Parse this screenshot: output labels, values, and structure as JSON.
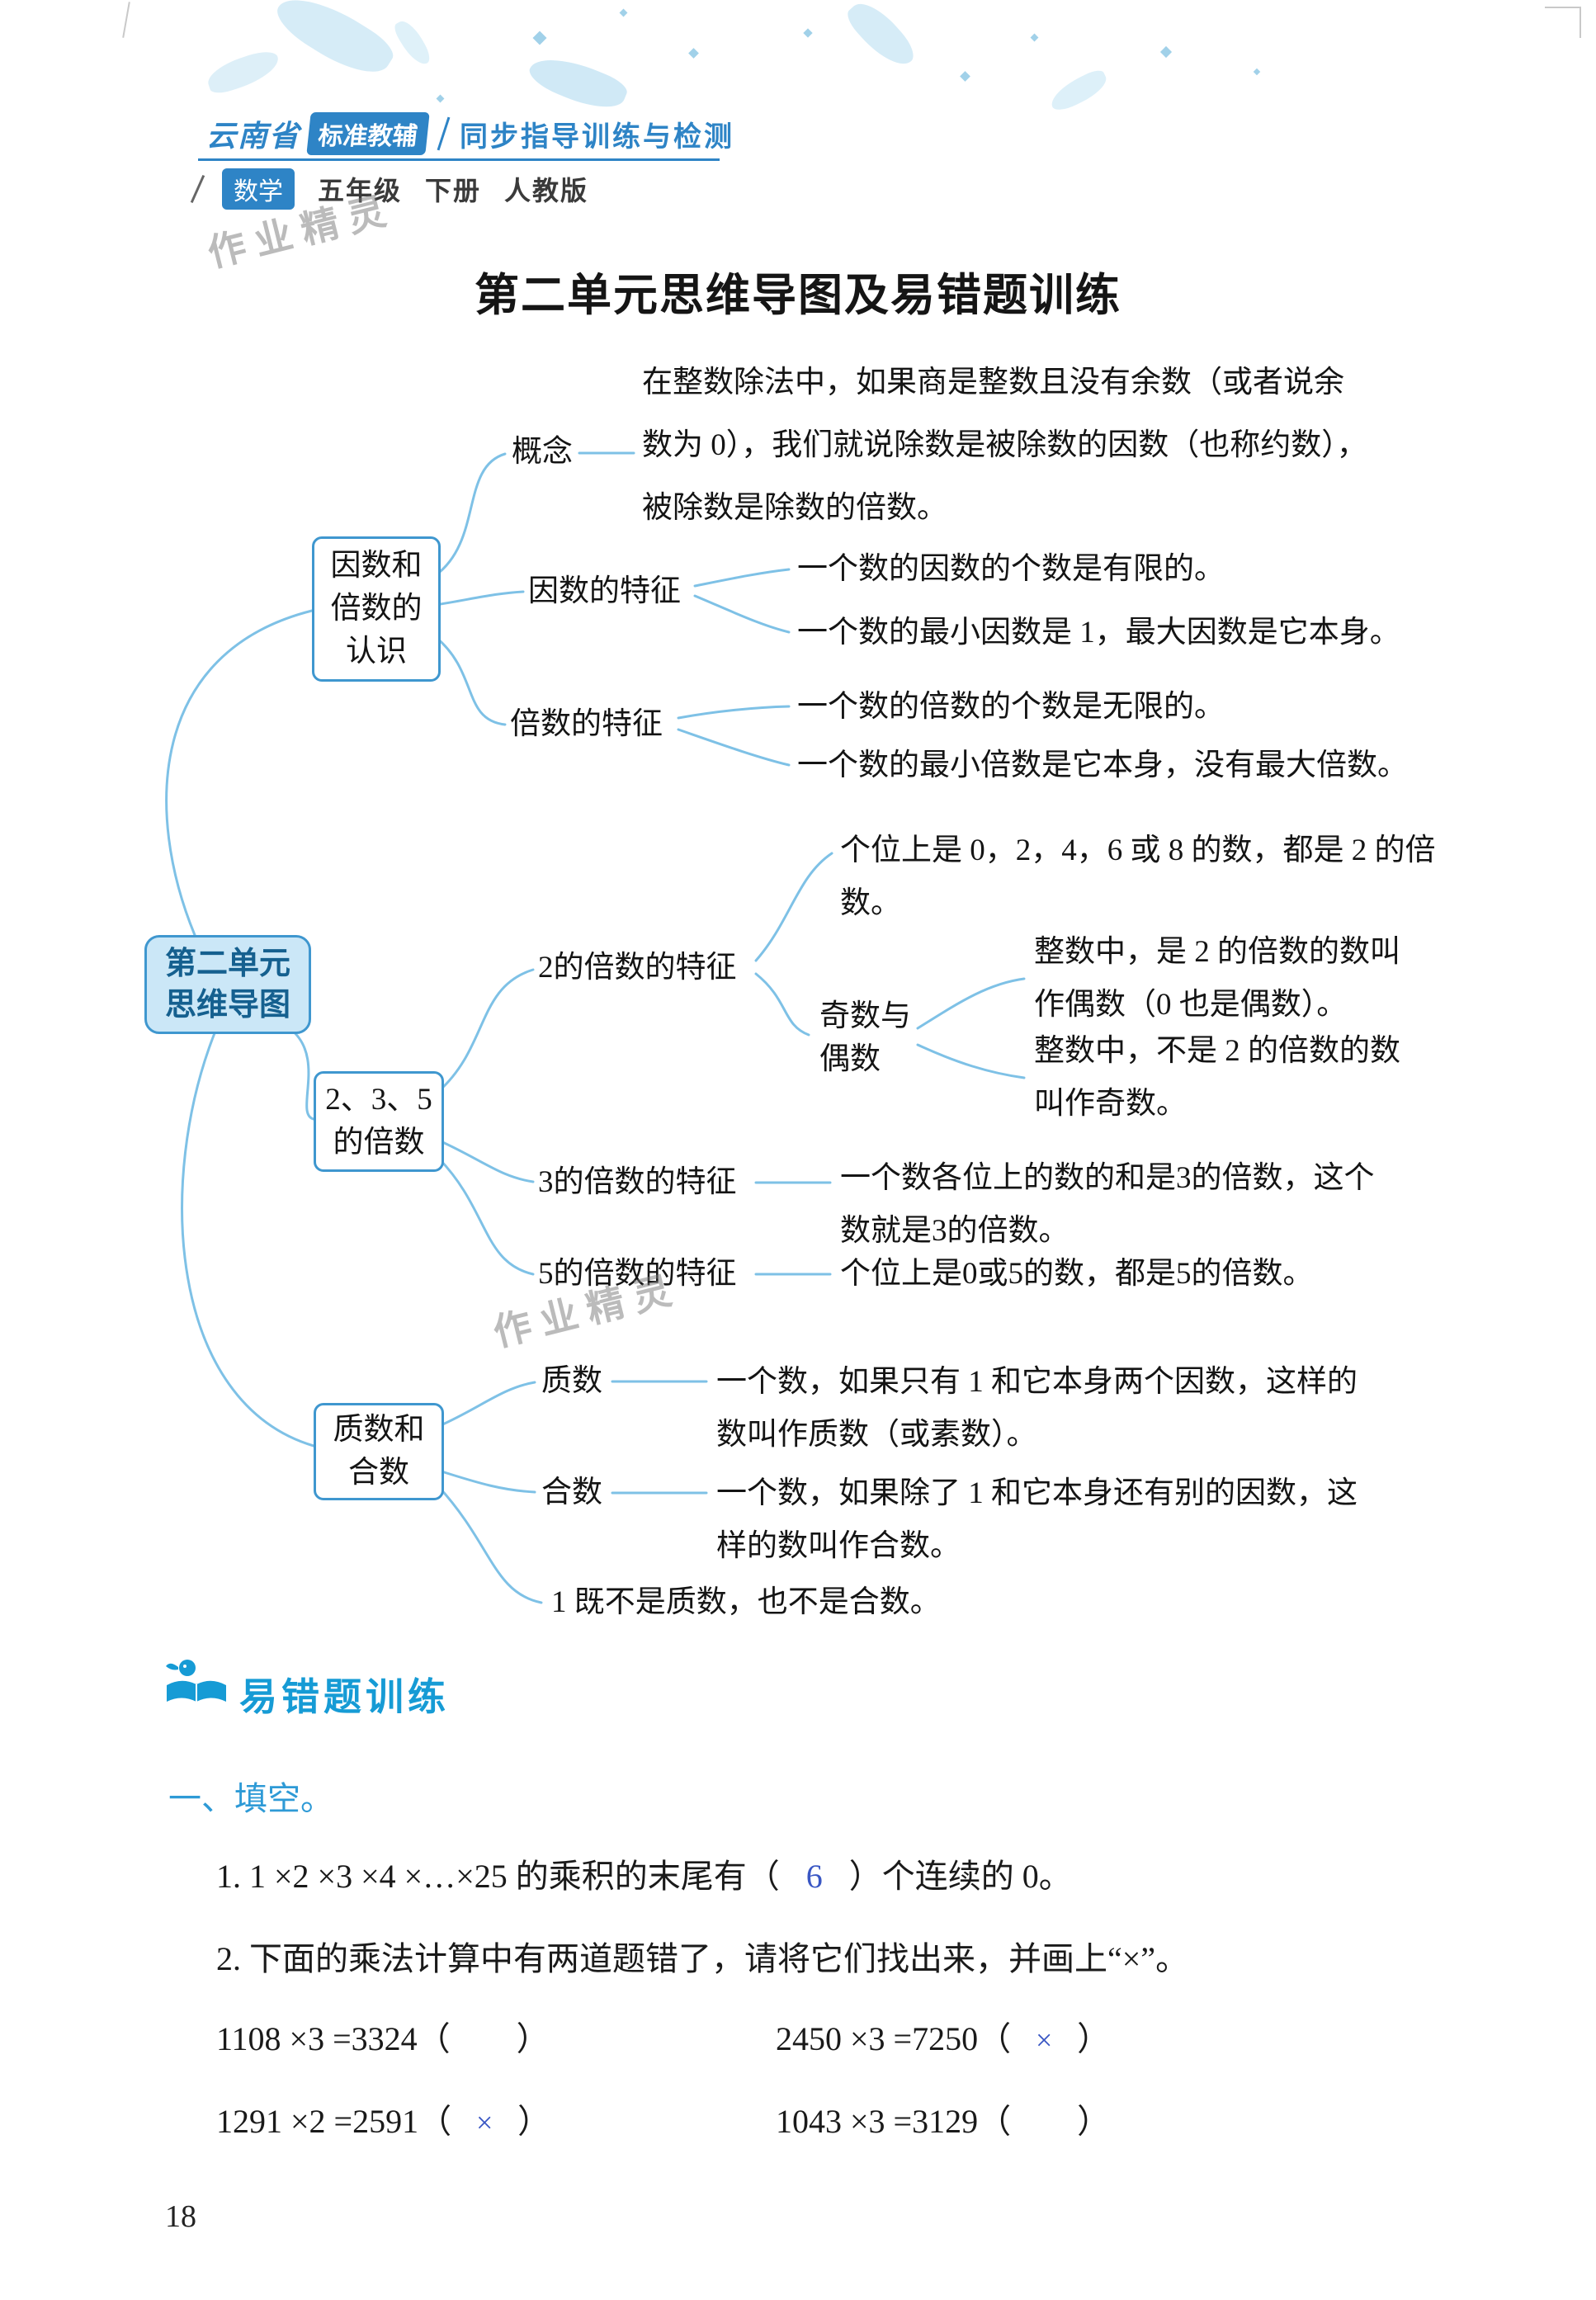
{
  "header": {
    "brand_prefix": "云南省",
    "brand_name": "标准教辅",
    "series_title": "同步指导训练与检测",
    "subject_tag": "数学",
    "grade": "五年级",
    "volume": "下册",
    "edition": "人教版"
  },
  "watermark": "作业精灵",
  "page_title": "第二单元思维导图及易错题训练",
  "mindmap": {
    "root_line1": "第二单元",
    "root_line2": "思维导图",
    "factors": {
      "box_line1": "因数和",
      "box_line2": "倍数的",
      "box_line3": "认识",
      "concept_label": "概念",
      "concept_text": "在整数除法中，如果商是整数且没有余数（或者说余数为 0），我们就说除数是被除数的因数（也称约数），被除数是除数的倍数。",
      "factor_label": "因数的特征",
      "factor_item1": "一个数的因数的个数是有限的。",
      "factor_item2": "一个数的最小因数是 1，最大因数是它本身。",
      "multiple_label": "倍数的特征",
      "multiple_item1": "一个数的倍数的个数是无限的。",
      "multiple_item2": "一个数的最小倍数是它本身，没有最大倍数。"
    },
    "multiples235": {
      "box_line1": "2、3、5",
      "box_line2": "的倍数",
      "two_label": "2的倍数的特征",
      "two_text": "个位上是 0，2，4，6 或 8 的数，都是 2 的倍数。",
      "oddeven_line1": "奇数与",
      "oddeven_line2": "偶数",
      "even_text": "整数中，是 2 的倍数的数叫作偶数（0 也是偶数）。",
      "odd_text": "整数中，不是 2 的倍数的数叫作奇数。",
      "three_label": "3的倍数的特征",
      "three_text": "一个数各位上的数的和是3的倍数，这个数就是3的倍数。",
      "five_label": "5的倍数的特征",
      "five_text": "个位上是0或5的数，都是5的倍数。"
    },
    "prime_composite": {
      "box_line1": "质数和",
      "box_line2": "合数",
      "prime_label": "质数",
      "prime_text": "一个数，如果只有 1 和它本身两个因数，这样的数叫作质数（或素数）。",
      "composite_label": "合数",
      "composite_text": "一个数，如果除了 1 和它本身还有别的因数，这样的数叫作合数。",
      "note": "1 既不是质数，也不是合数。"
    }
  },
  "exercise": {
    "section_title": "易错题训练",
    "part_label": "一、填空。",
    "q1_prefix": "1. 1 ×2 ×3 ×4 ×…×25 的乘积的末尾有（",
    "q1_answer": "6",
    "q1_suffix": "）个连续的 0。",
    "q2": "2. 下面的乘法计算中有两道题错了，请将它们找出来，并画上“×”。",
    "equations": [
      {
        "expr": "1108 ×3 =3324（",
        "mark": "",
        "close": "）"
      },
      {
        "expr": "2450 ×3 =7250（",
        "mark": "×",
        "close": "）"
      },
      {
        "expr": "1291 ×2 =2591（",
        "mark": "×",
        "close": "）"
      },
      {
        "expr": "1043 ×3 =3129（",
        "mark": "",
        "close": "）"
      }
    ]
  },
  "page_number": "18"
}
